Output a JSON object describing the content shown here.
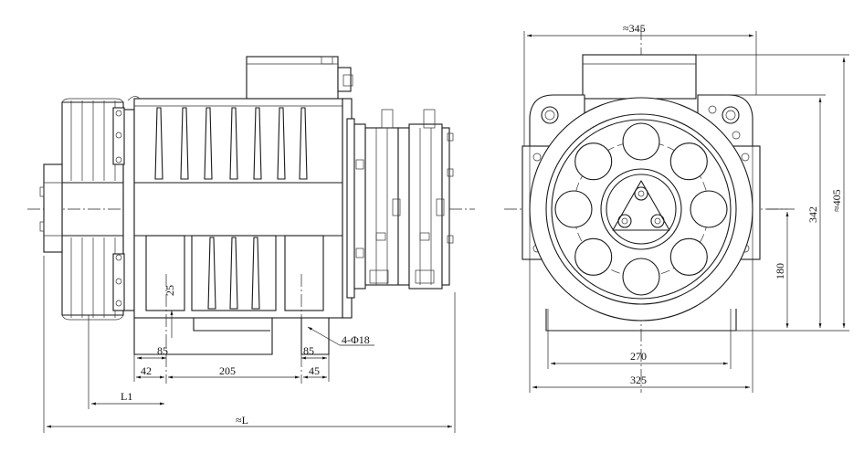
{
  "side_view": {
    "dims": {
      "d85_left": "85",
      "d85_right": "85",
      "d42": "42",
      "d205": "205",
      "d45": "45",
      "d25": "25",
      "L1": "L1",
      "L": "≈L",
      "holes": "4-Φ18"
    }
  },
  "front_view": {
    "dims": {
      "d345": "≈345",
      "d405": "≈405",
      "d342": "342",
      "d180": "180",
      "d270": "270",
      "d325": "325"
    }
  }
}
